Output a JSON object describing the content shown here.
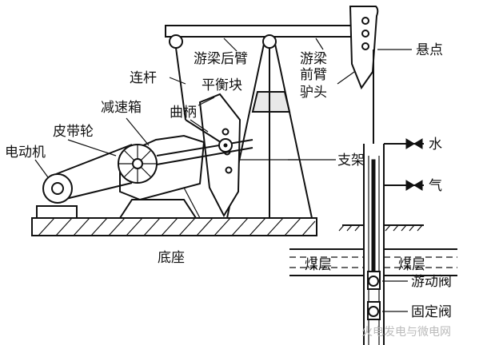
{
  "labels": {
    "walking_beam_rear": "游梁后臂",
    "walking_beam_front_line1": "游梁",
    "walking_beam_front_line2": "前臂",
    "horsehead": "驴头",
    "suspension_point": "悬点",
    "connecting_rod": "连杆",
    "counterweight": "平衡块",
    "gearbox": "减速箱",
    "crank": "曲柄",
    "belt_pulley": "皮带轮",
    "motor": "电动机",
    "support": "支架",
    "water": "水",
    "gas": "气",
    "base": "底座",
    "coal_seam_left": "煤层",
    "coal_seam_right": "煤层",
    "traveling_valve": "游动阀",
    "standing_valve": "固定阀"
  },
  "watermark": "火电发电与微电网",
  "colors": {
    "line": "#111111",
    "fill": "#ffffff",
    "shade": "#e8e8e8",
    "watermark": "#bbbbbb"
  }
}
